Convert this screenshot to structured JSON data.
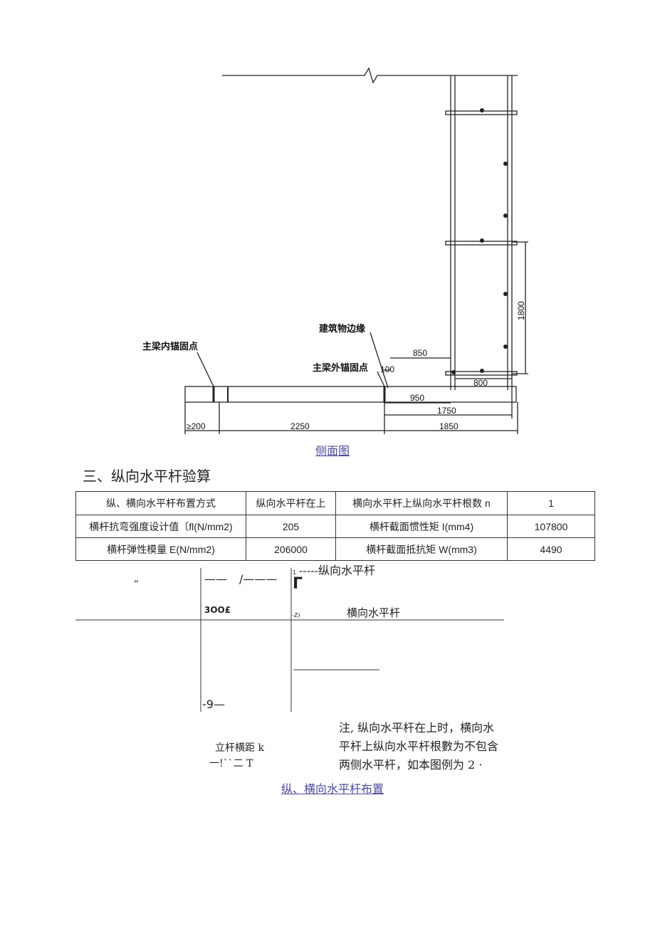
{
  "side_view": {
    "labels": {
      "inner_anchor": "主梁内锚固点",
      "building_edge": "建筑物边缘",
      "outer_anchor": "主梁外锚固点"
    },
    "dimensions": {
      "d_850": "850",
      "d_100": "100",
      "d_800": "800",
      "d_950": "950",
      "d_1750": "1750",
      "d_200": "≥200",
      "d_2250": "2250",
      "d_1850": "1850",
      "d_1800": "1800"
    },
    "caption": "侧面图"
  },
  "section": {
    "title": "三、纵向水平杆验算"
  },
  "params_table": {
    "rows": [
      [
        "纵、横向水平杆布置方式",
        "纵向水平杆在上",
        "横向水平杆上纵向水平杆根数 n",
        "1"
      ],
      [
        "横杆抗弯强度设计值〔fl(N/mm2)",
        "205",
        "横杆截面惯性矩 I(mm4)",
        "107800"
      ],
      [
        "横杆弹性模量 E(N/mm2)",
        "206000",
        "横杆截面抵抗矩 W(mm3)",
        "4490"
      ]
    ]
  },
  "layout_diagram": {
    "quote_mark": "„",
    "dash_left": "——",
    "dash_mid": "/———",
    "tick_small": "1",
    "bracket": "Γ",
    "longitudinal_label": "-----纵向水平杆",
    "dim_3000": "3OO£",
    "z_mark": "-Z)",
    "transverse_label": "横向水平杆",
    "nine_mark": "-9—",
    "pole_spacing": "立杆横距 k",
    "squiggle": "一!``二 T",
    "note_line1": "注, 纵向水平杆在上时，横向水",
    "note_line2": "平杆上纵向水平杆根數为不包含",
    "note_line3": "两侧水平杆，如本图例为 2 ·",
    "caption": "纵、横向水平杆布置"
  }
}
